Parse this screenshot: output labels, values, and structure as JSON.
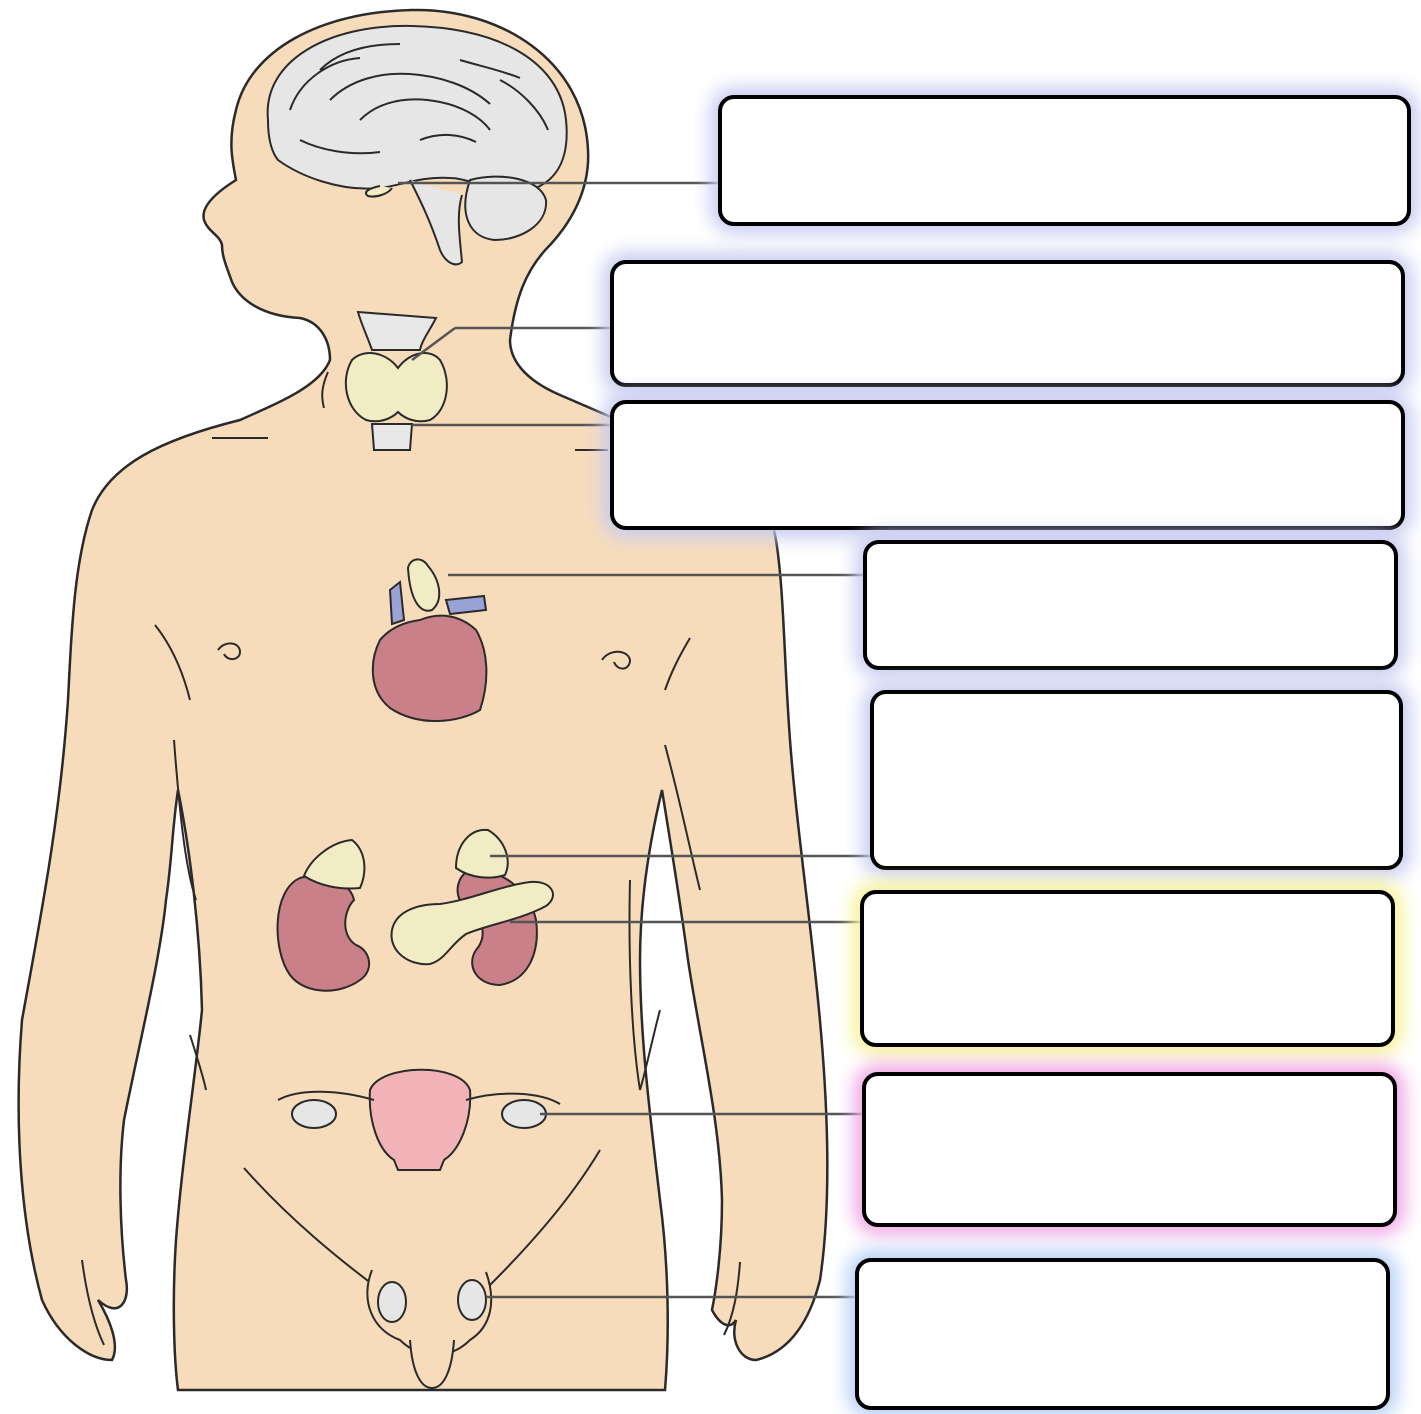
{
  "diagram": {
    "labels": [
      {
        "id": "pituitary",
        "text": "",
        "glow_color": "#c9cdf0"
      },
      {
        "id": "thyroid",
        "text": "",
        "glow_color": "#c9cdf0"
      },
      {
        "id": "parathyroid",
        "text": "",
        "glow_color": "#c9cdf0"
      },
      {
        "id": "thymus",
        "text": "",
        "glow_color": "#c9cdf0"
      },
      {
        "id": "adrenal",
        "text": "",
        "glow_color": "#c9cdf0"
      },
      {
        "id": "pancreas",
        "text": "",
        "glow_color": "#f6f39a"
      },
      {
        "id": "ovaries",
        "text": "",
        "glow_color": "#f0a8e6"
      },
      {
        "id": "testes",
        "text": "",
        "glow_color": "#b8d0f6"
      }
    ],
    "colors": {
      "skin": "#f7dcbb",
      "outline": "#2a2a2a",
      "brain": "#e6e6e6",
      "gland": "#f2ecc4",
      "organ_red": "#c98088",
      "uterus_pink": "#f2b3b8",
      "vessel_blue": "#9aa3d6",
      "leader_line": "#555555"
    }
  }
}
